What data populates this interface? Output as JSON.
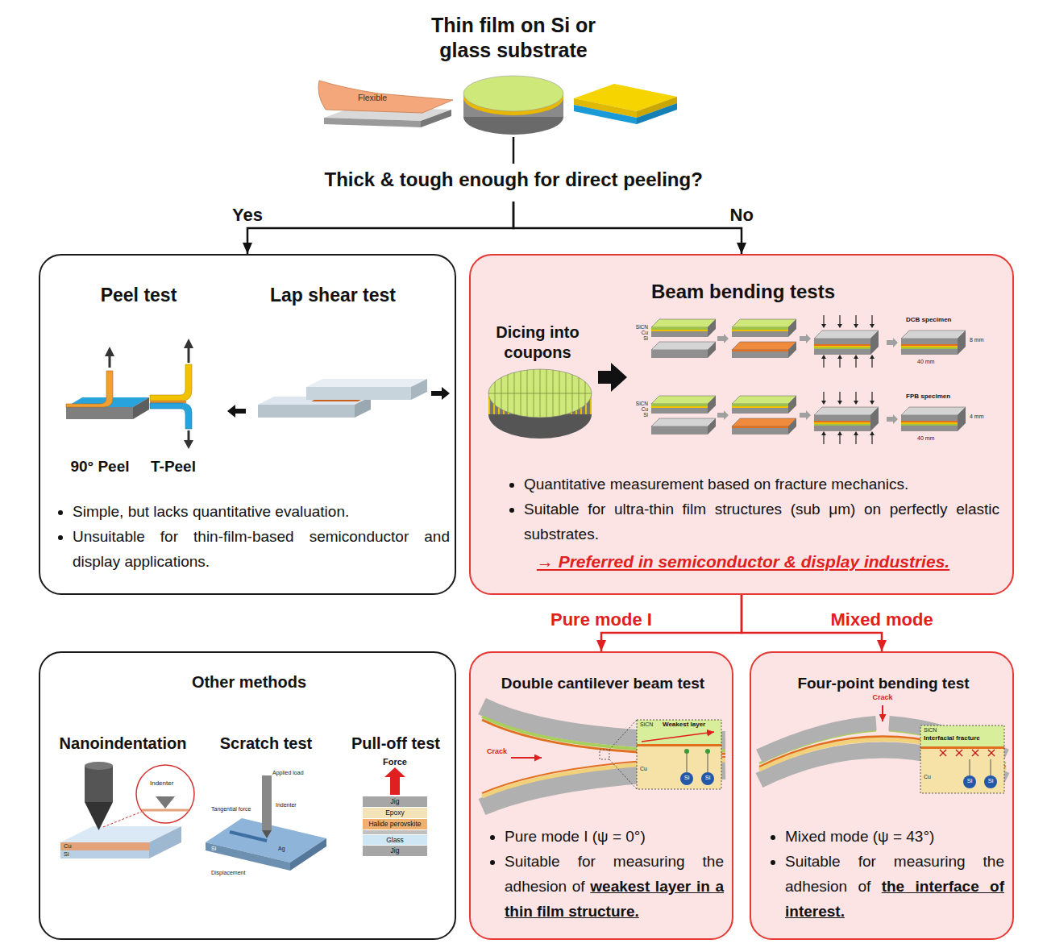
{
  "diagram": {
    "nodes": [
      {
        "text": [
          "Thin film on Si or glass substrate"
        ]
      },
      {
        "text": [
          "Thick & tough enough for direct peeling?"
        ]
      },
      {
        "text": [
          "Peel test",
          "Lap shear test",
          "90° Peel",
          "T-Peel",
          "Simple, but lacks quantitative evaluation.",
          "Unsuitable for thin-film-based semiconductor and display applications."
        ]
      },
      {
        "text": [
          "Beam bending tests",
          "Dicing into coupons",
          "Quantitative measurement based on fracture mechanics.",
          "Suitable for ultra-thin film structures (sub μm) on perfectly elastic substrates.",
          "→ Preferred in semiconductor & display industries."
        ]
      },
      {
        "text": [
          "Other methods",
          "Nanoindentation",
          "Scratch test",
          "Pull-off test"
        ]
      },
      {
        "text": [
          "Double cantilever beam test",
          "Pure mode I (ψ = 0°)",
          "Suitable for measuring the adhesion of",
          "weakest layer in a thin film structure."
        ]
      },
      {
        "text": [
          "Four-point bending test",
          "Mixed mode (ψ = 43°)",
          "Suitable for measuring the adhesion of",
          "the interface of interest."
        ]
      }
    ],
    "edges": [
      {
        "from": 0,
        "to": 1,
        "arrow": "none"
      },
      {
        "from": 1,
        "to": 2,
        "label": "Yes",
        "arrow": "to"
      },
      {
        "from": 1,
        "to": 3,
        "label": "No",
        "arrow": "to"
      },
      {
        "from": 3,
        "to": 5,
        "label": "Pure mode I",
        "arrow": "to"
      },
      {
        "from": 3,
        "to": 6,
        "label": "Mixed mode",
        "arrow": "to"
      }
    ],
    "labels": [
      "Flexible",
      "SiCN",
      "Cu",
      "Si",
      "DCB specimen",
      "40 mm",
      "8 mm",
      "SiCN",
      "Cu",
      "Si",
      "FPB specimen",
      "40 mm",
      "4 mm",
      "Indenter",
      "Cu",
      "Si",
      "Applied load",
      "Tangential force",
      "Indenter",
      "Ag",
      "Si",
      "Displacement",
      "Force",
      "Jig",
      "Epoxy",
      "Halide perovskite",
      "Glass",
      "Jig",
      "Crack",
      "SiCN",
      "Weakest layer",
      "Cu",
      "Si",
      "Si",
      "Crack",
      "SiCN",
      "Interfacial fracture",
      "Cu",
      "Si",
      "Si"
    ]
  }
}
